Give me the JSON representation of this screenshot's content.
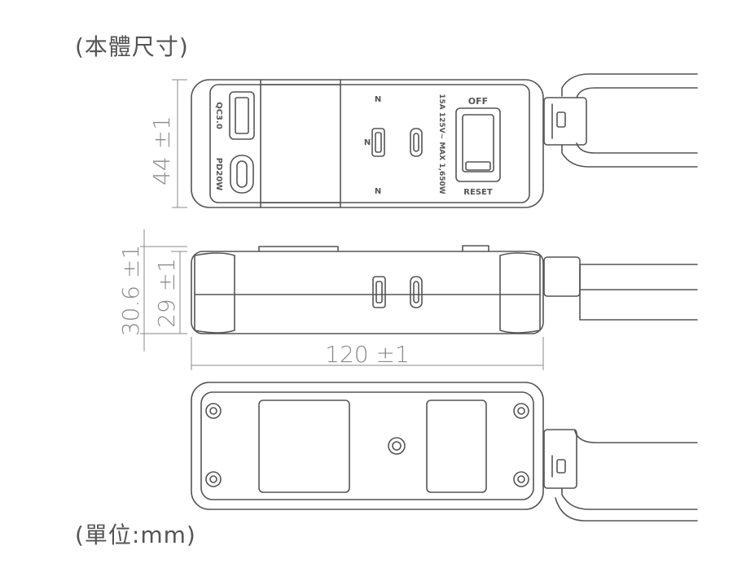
{
  "headings": {
    "body_size": "(本體尺寸)",
    "unit": "(單位:mm)"
  },
  "dimensions": {
    "width_top": "44",
    "width_top_tol": "±1",
    "height_outer": "30.6",
    "height_outer_tol": "±1",
    "height_inner": "29",
    "height_inner_tol": "±1",
    "length": "120",
    "length_tol": "±1"
  },
  "labels": {
    "qc": "QC3.0",
    "pd": "PD20W",
    "rating": "15A 125V~ MAX 1,650W",
    "off": "OFF",
    "reset": "RESET",
    "n_top": "N",
    "n_mid": "N",
    "n_bottom": "N"
  },
  "colors": {
    "outline": "#555555",
    "dimension": "#8a8a8a"
  }
}
